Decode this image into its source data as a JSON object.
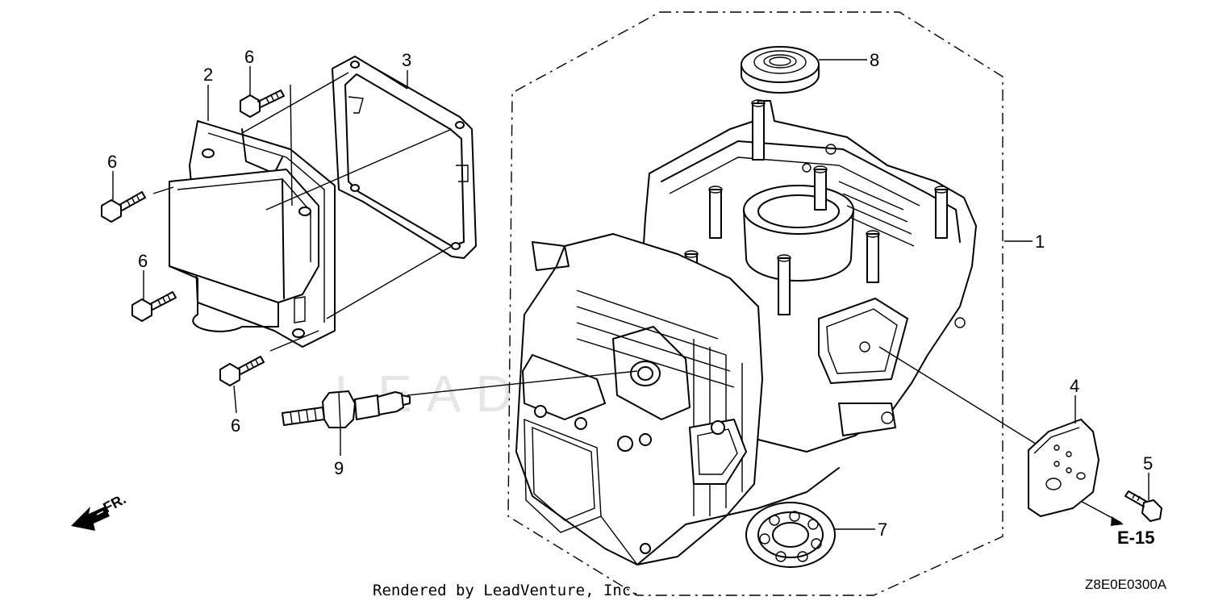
{
  "callouts": [
    {
      "id": "1",
      "label": "1"
    },
    {
      "id": "2",
      "label": "2"
    },
    {
      "id": "3",
      "label": "3"
    },
    {
      "id": "4",
      "label": "4"
    },
    {
      "id": "5",
      "label": "5"
    },
    {
      "id": "6a",
      "label": "6"
    },
    {
      "id": "6b",
      "label": "6"
    },
    {
      "id": "6c",
      "label": "6"
    },
    {
      "id": "6d",
      "label": "6"
    },
    {
      "id": "7",
      "label": "7"
    },
    {
      "id": "8",
      "label": "8"
    },
    {
      "id": "9",
      "label": "9"
    }
  ],
  "reference": "E-15",
  "front_label": "FR.",
  "footer": "Rendered by LeadVenture, Inc.",
  "diagram_code": "Z8E0E0300A",
  "watermark": "LEADVENTURE"
}
